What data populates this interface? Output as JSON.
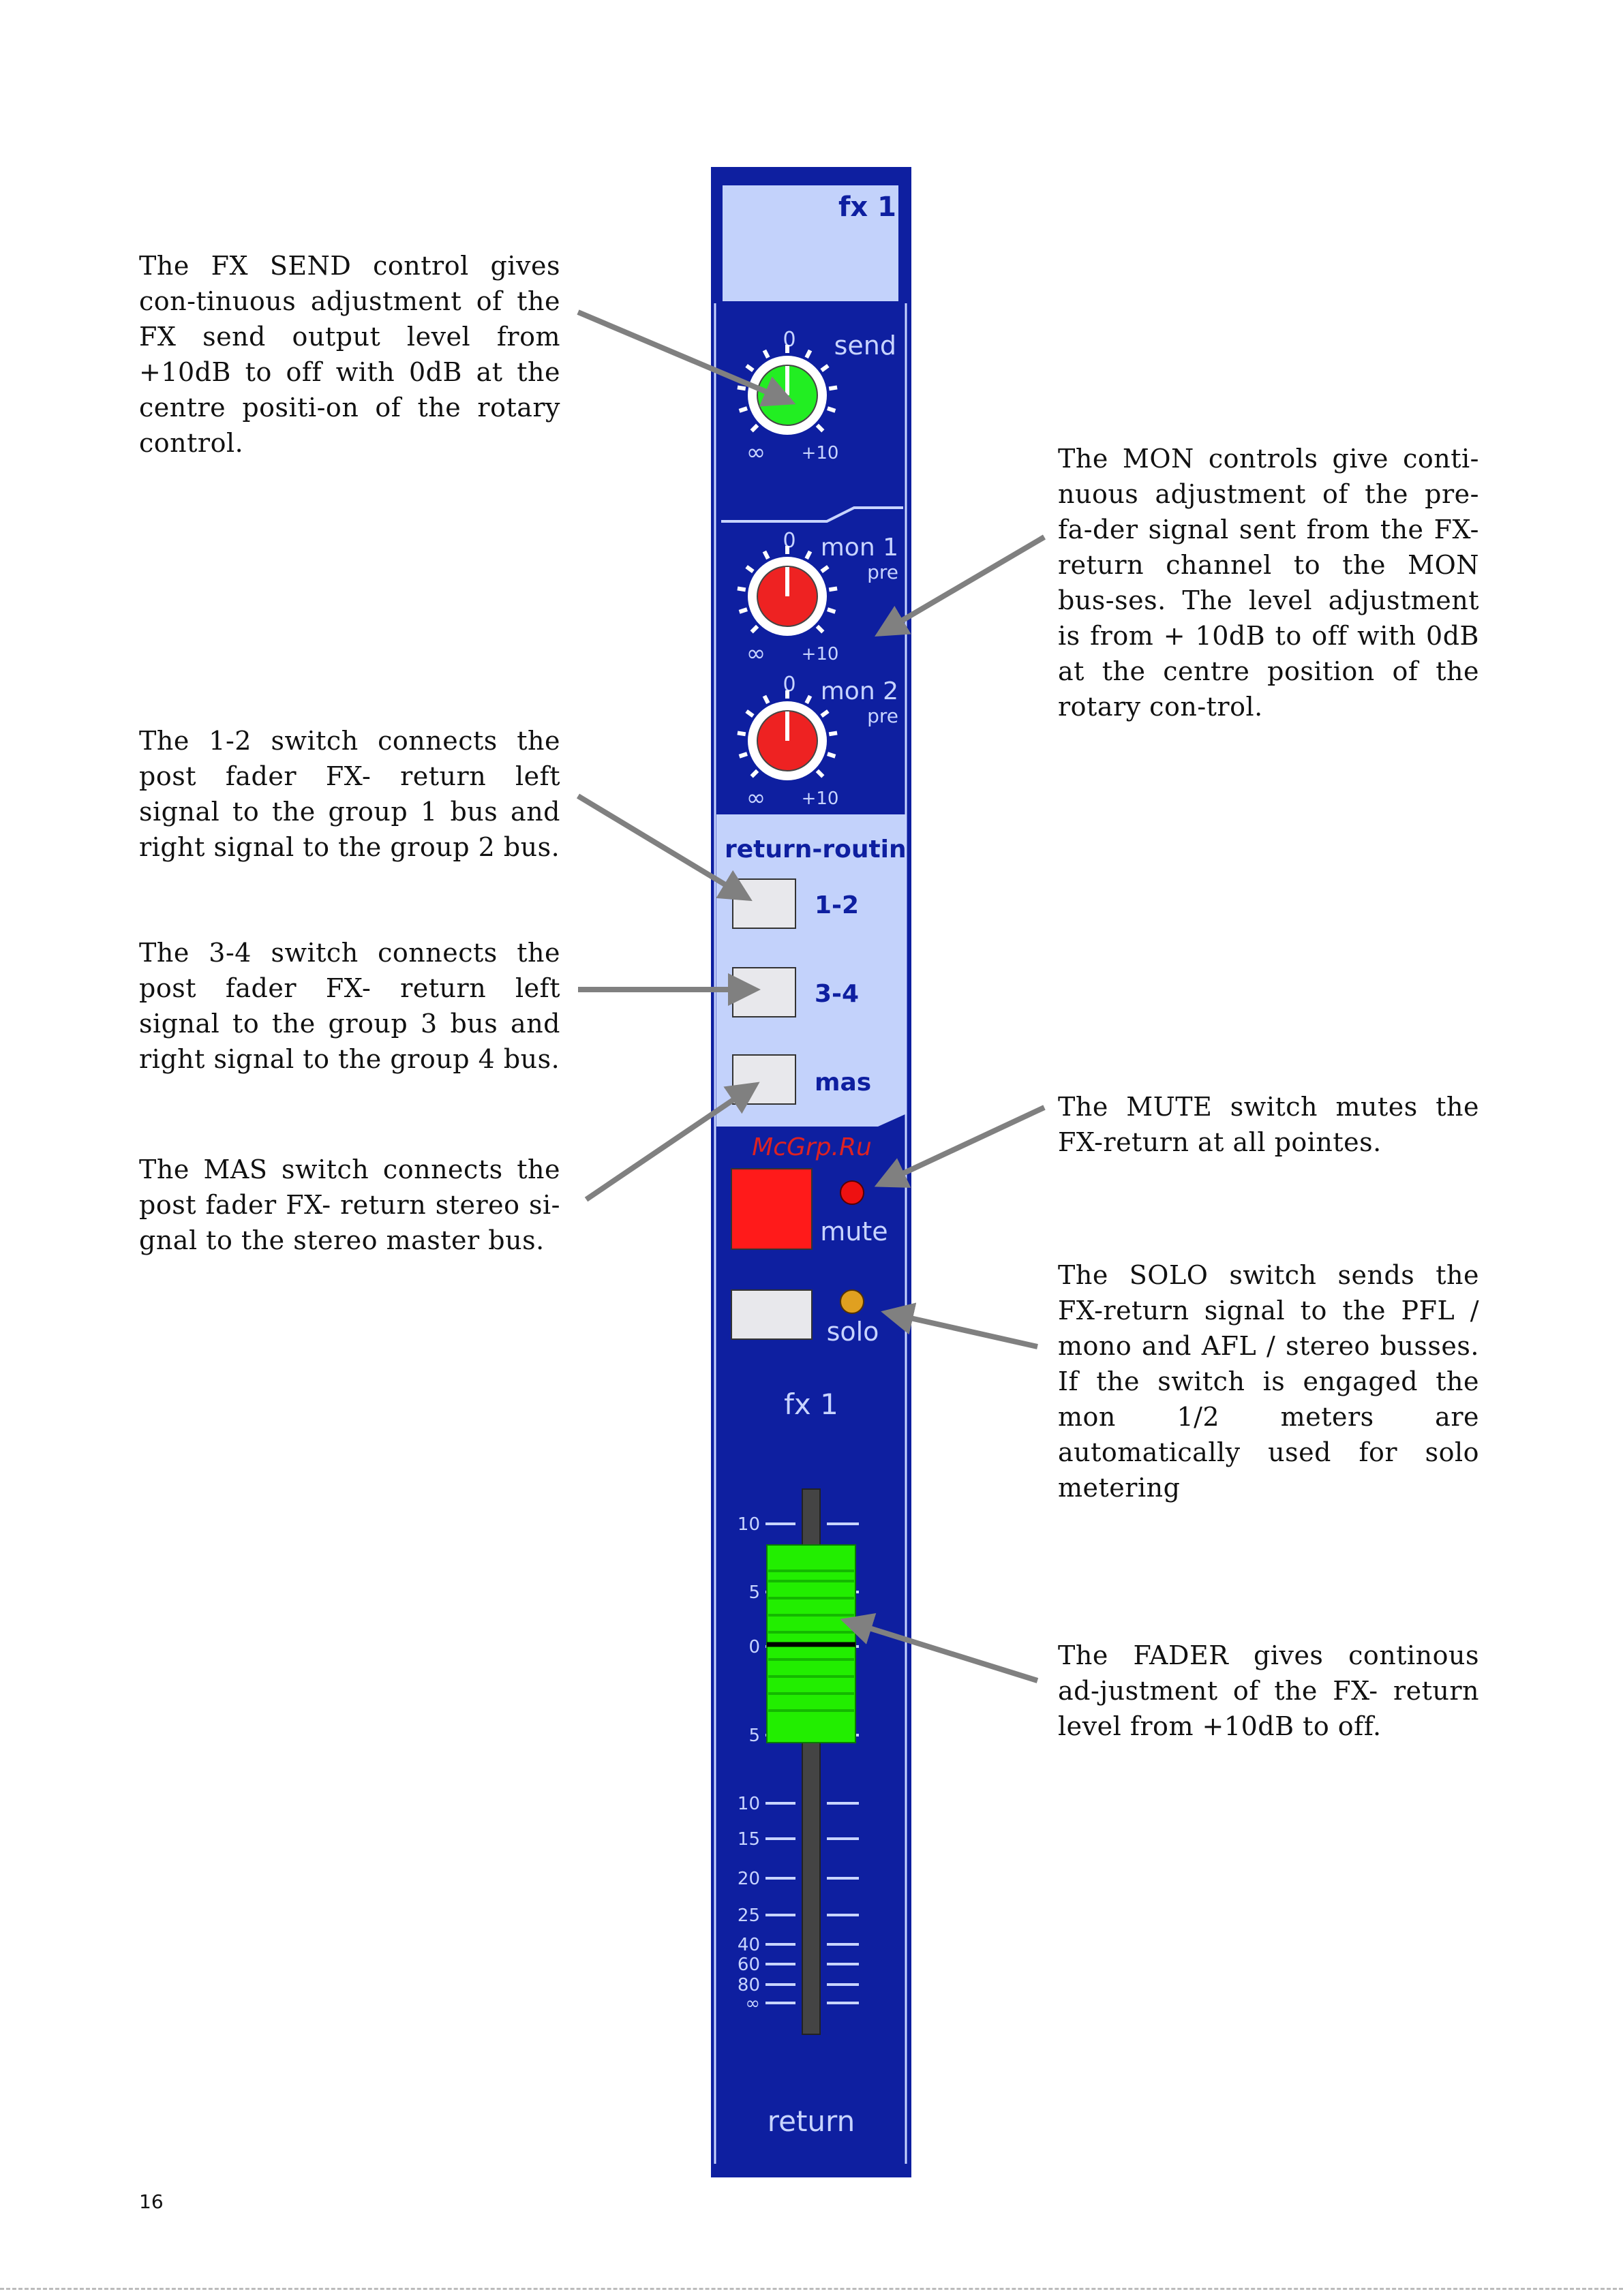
{
  "descriptions": {
    "fx_send": "The FX SEND control gives con-tinuous adjustment of the FX send output level from +10dB to off with 0dB at the centre positi-on of the rotary control.",
    "mon": "The MON controls give conti-nuous adjustment of the pre- fa-der signal sent from the FX-return channel to the MON bus-ses. The level adjustment is from + 10dB to off with 0dB at the centre position of the rotary con-trol.",
    "switch_12": "The 1-2 switch connects the post fader FX- return left signal to the group 1 bus and right signal to the group 2 bus.",
    "switch_34": "The 3-4 switch connects the post fader FX- return left signal to the group 3 bus and right signal to the group 4 bus.",
    "mas": "The MAS switch connects the post fader FX- return stereo si-gnal to the stereo master bus.",
    "mute": "The MUTE switch mutes the FX-return at all pointes.",
    "solo": "The SOLO switch sends the FX-return signal to the PFL / mono and AFL / stereo busses. If the switch is engaged the mon 1/2 meters are automatically used for solo metering",
    "fader": "The FADER gives continous ad-justment of the FX- return level from +10dB to off."
  },
  "channel": {
    "top_label": "fx 1",
    "send_label": "send",
    "mon1_label": "mon 1",
    "mon2_label": "mon 2",
    "pre_label": "pre",
    "knob_zero": "0",
    "knob_min": "∞",
    "knob_max": "+10",
    "routing_title": "return-routing",
    "btn_12": "1-2",
    "btn_34": "3-4",
    "btn_mas": "mas",
    "watermark": "McGrp.Ru",
    "mute_label": "mute",
    "solo_label": "solo",
    "channel_name": "fx 1",
    "bottom_label": "return",
    "fader_scale": [
      "10",
      "5",
      "0",
      "5",
      "10",
      "15",
      "20",
      "25",
      "40",
      "60",
      "80",
      "∞"
    ],
    "colors": {
      "strip": "#0e1fa0",
      "panel": "#c3d2fb",
      "send_knob": "#22ee22",
      "mon_knob": "#ee2222",
      "mute_button": "#ff1a1a",
      "fader_cap": "#22ee00"
    }
  },
  "page_number": "16"
}
